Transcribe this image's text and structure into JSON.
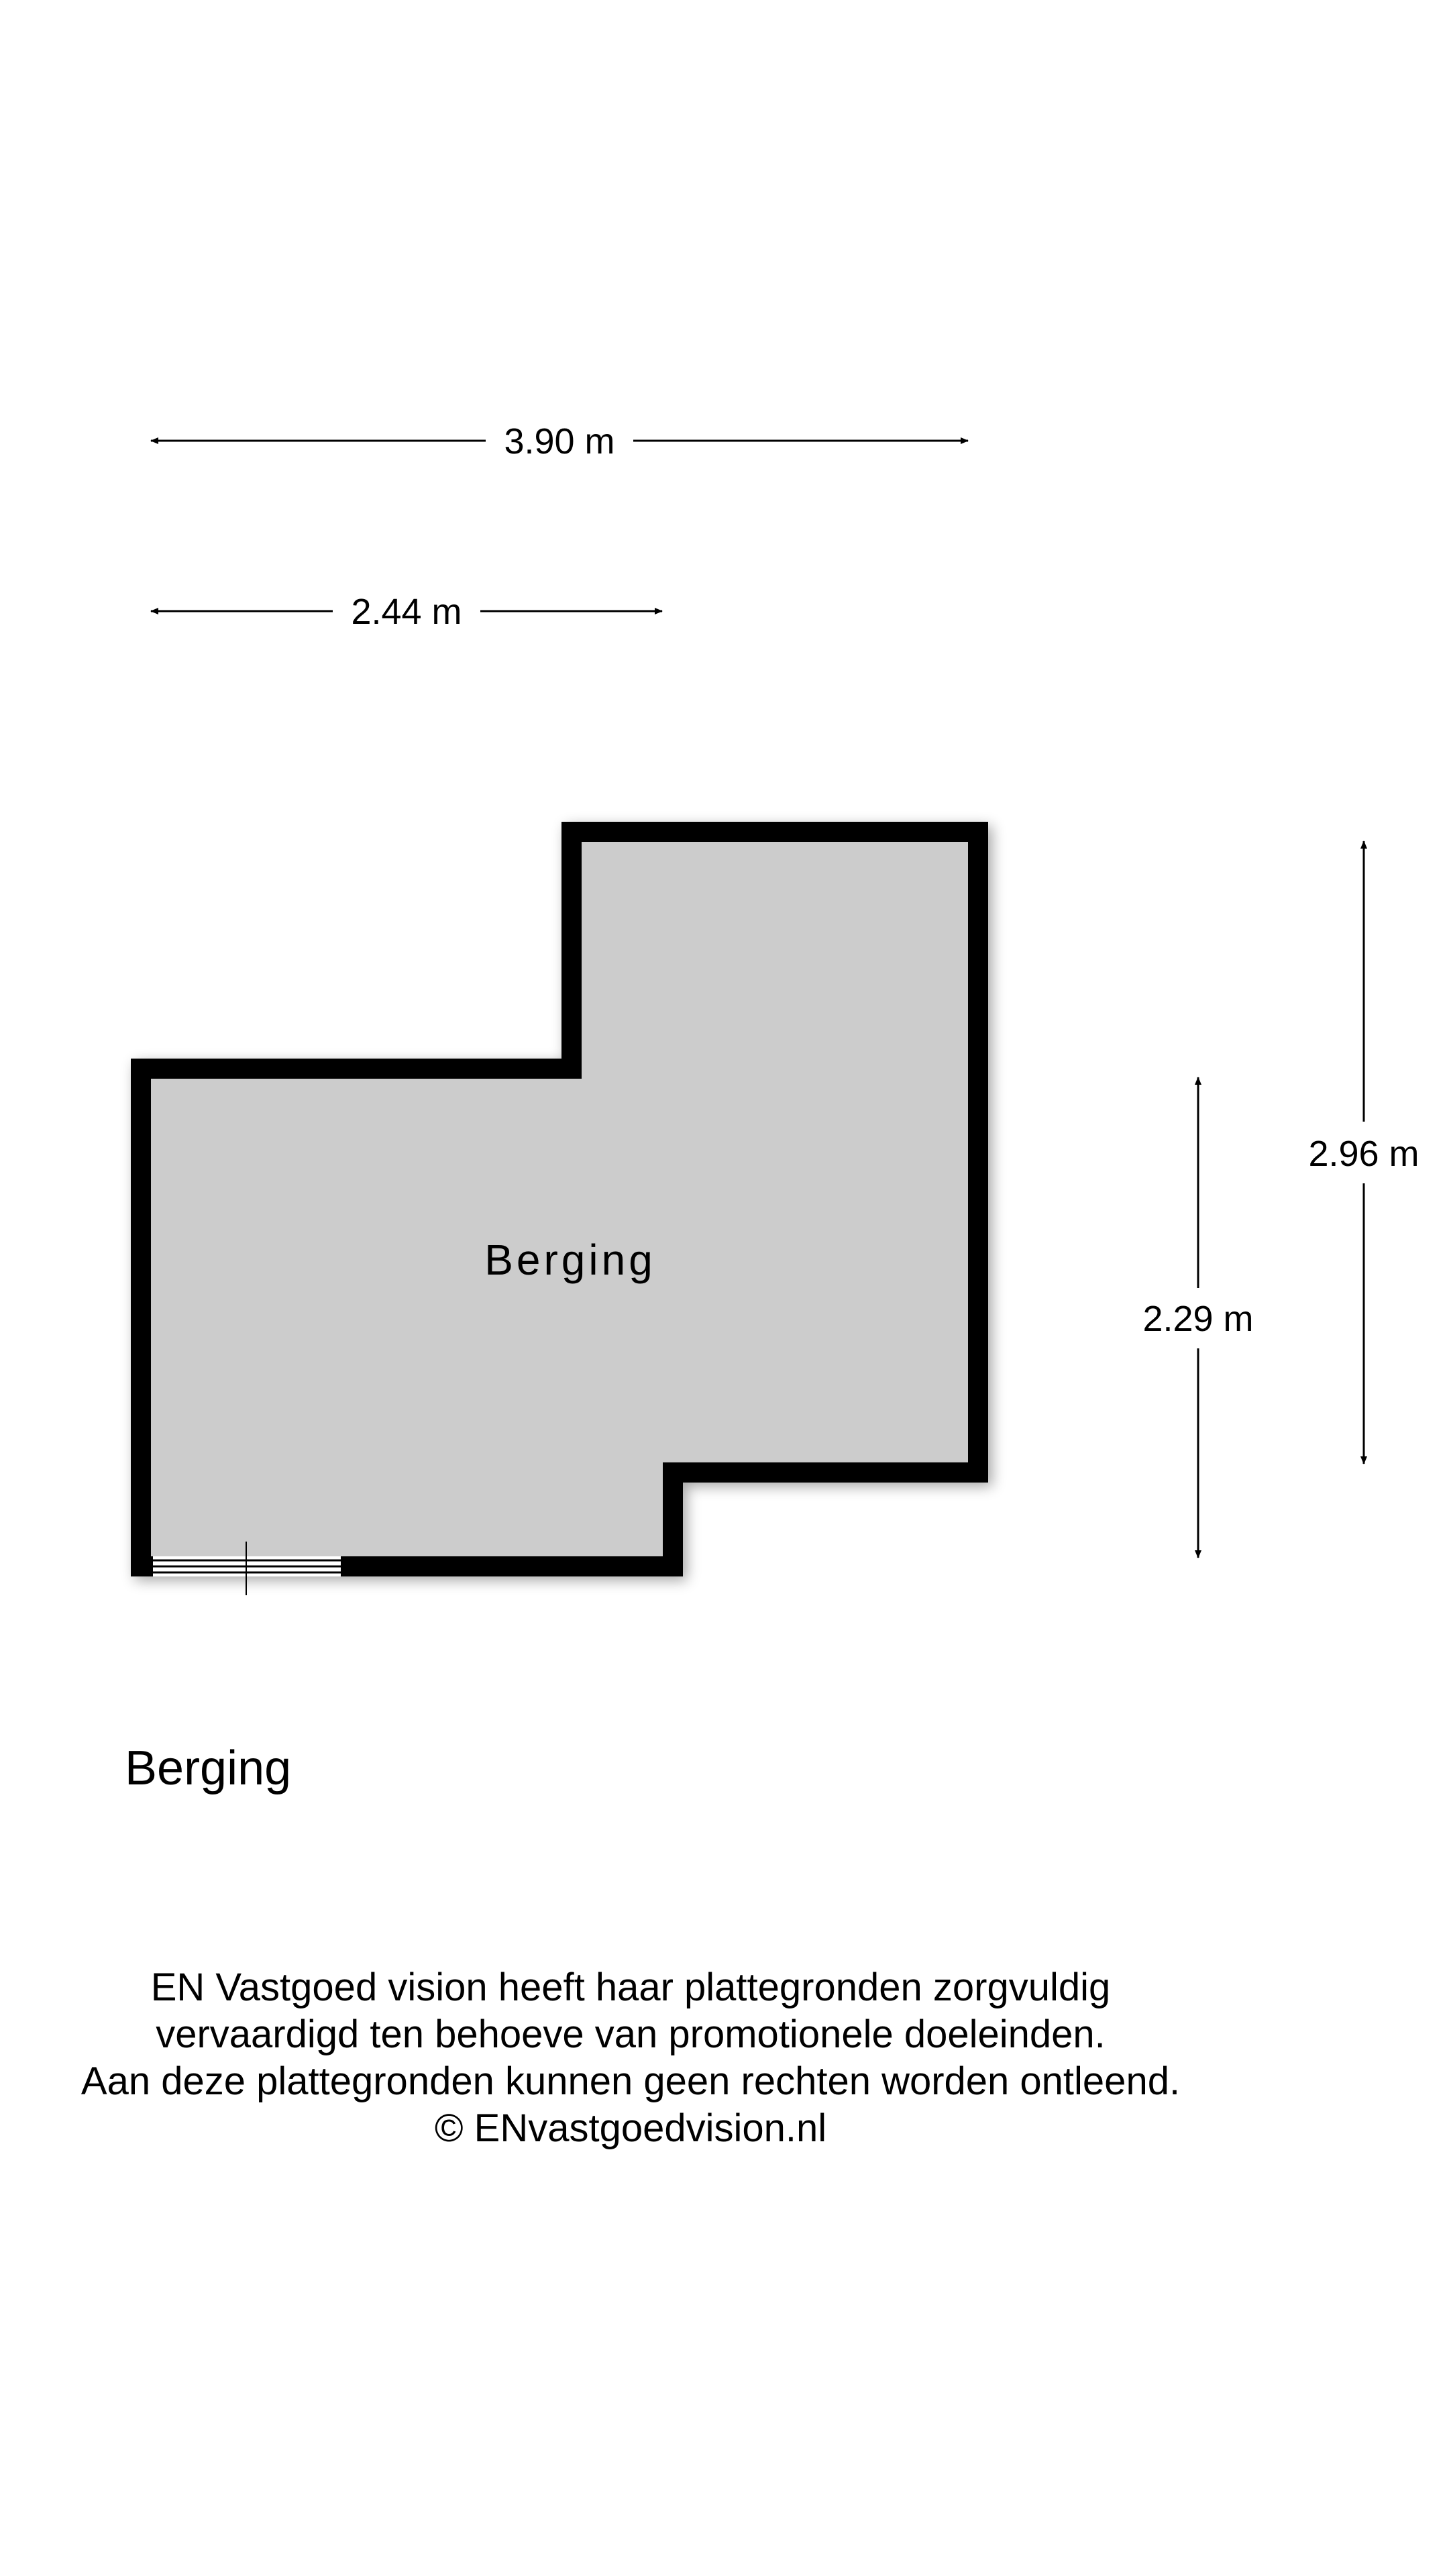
{
  "dimensions": {
    "total_width": "3.90 m",
    "partial_width": "2.44 m",
    "partial_height": "2.29 m",
    "total_height": "2.96 m"
  },
  "room": {
    "label": "Berging"
  },
  "plan_title": "Berging",
  "disclaimer": {
    "line1": "EN Vastgoed vision heeft haar plattegronden zorgvuldig",
    "line2": "vervaardigd ten behoeve van promotionele doeleinden.",
    "line3": "Aan deze plattegronden kunnen geen rechten worden ontleend.",
    "line4": "© ENvastgoedvision.nl"
  },
  "colors": {
    "wall": "#000000",
    "floor": "#cccccc",
    "background": "#ffffff"
  }
}
